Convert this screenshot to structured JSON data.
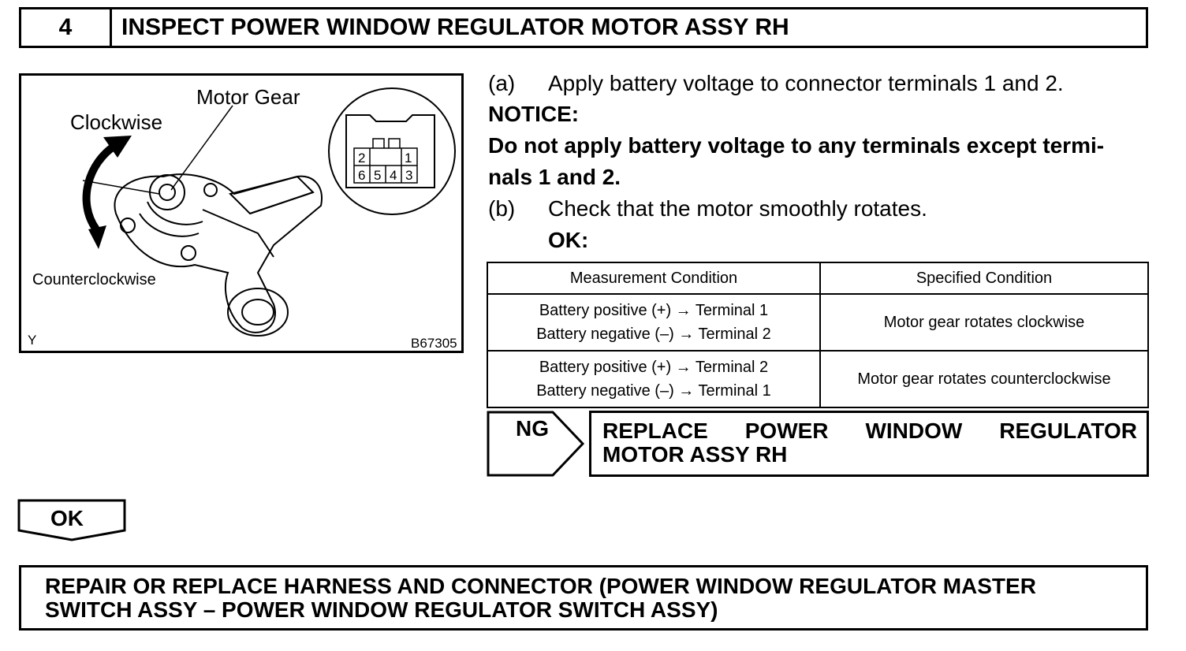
{
  "step": {
    "number": "4",
    "title": "INSPECT POWER WINDOW REGULATOR MOTOR ASSY RH"
  },
  "figure": {
    "label_motor_gear": "Motor Gear",
    "label_clockwise": "Clockwise",
    "label_counterclockwise": "Counterclockwise",
    "corner_left": "Y",
    "figure_id": "B67305",
    "connector_top": [
      "2",
      "1"
    ],
    "connector_bottom": [
      "6",
      "5",
      "4",
      "3"
    ]
  },
  "instructions": {
    "a_marker": "(a)",
    "a_text": "Apply battery voltage to connector terminals 1 and 2.",
    "notice_heading": "NOTICE:",
    "notice_line1": "Do not apply battery voltage to any terminals except termi-",
    "notice_line2": "nals 1 and 2.",
    "b_marker": "(b)",
    "b_text": "Check that the motor smoothly rotates.",
    "ok_heading": "OK:"
  },
  "table": {
    "headers": [
      "Measurement Condition",
      "Specified Condition"
    ],
    "rows": [
      {
        "condition_line1": "Battery positive (+) → Terminal 1",
        "condition_line2": "Battery negative (–) → Terminal 2",
        "result": "Motor gear rotates clockwise"
      },
      {
        "condition_line1": "Battery positive (+) → Terminal 2",
        "condition_line2": "Battery negative (–) → Terminal 1",
        "result": "Motor gear rotates counterclockwise"
      }
    ]
  },
  "ng": {
    "label": "NG",
    "line1_words": [
      "REPLACE",
      "POWER",
      "WINDOW",
      "REGULATOR"
    ],
    "line2": "MOTOR ASSY RH"
  },
  "ok": {
    "label": "OK"
  },
  "final": {
    "line1": "REPAIR OR REPLACE HARNESS AND CONNECTOR (POWER WINDOW REGULATOR MASTER",
    "line2": "SWITCH ASSY – POWER WINDOW REGULATOR SWITCH ASSY)"
  }
}
